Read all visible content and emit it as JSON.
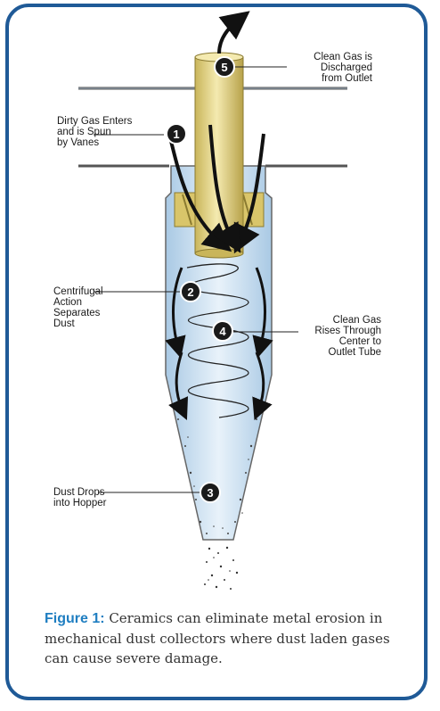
{
  "diagram": {
    "steps": [
      {
        "number": "1",
        "label": "Dirty Gas Enters\nand is Spun\nby Vanes"
      },
      {
        "number": "2",
        "label": "Centrifugal\nAction\nSeparates\nDust"
      },
      {
        "number": "3",
        "label": "Dust Drops\ninto Hopper"
      },
      {
        "number": "4",
        "label": "Clean Gas\nRises Through\nCenter to\nOutlet Tube"
      },
      {
        "number": "5",
        "label": "Clean Gas is\nDischarged\nfrom Outlet"
      }
    ],
    "colors": {
      "frame": "#1f5a97",
      "outlet_tube": "#e9d98a",
      "vanes": "#d9c56a",
      "body_fill": "#cfe3f3",
      "badge": "#1a1a1a",
      "caption_title": "#1f7ec1"
    }
  },
  "caption": {
    "title": "Figure 1:",
    "text": " Ceramics can eliminate metal erosion in mechanical dust collectors where dust laden gases can cause severe damage."
  }
}
